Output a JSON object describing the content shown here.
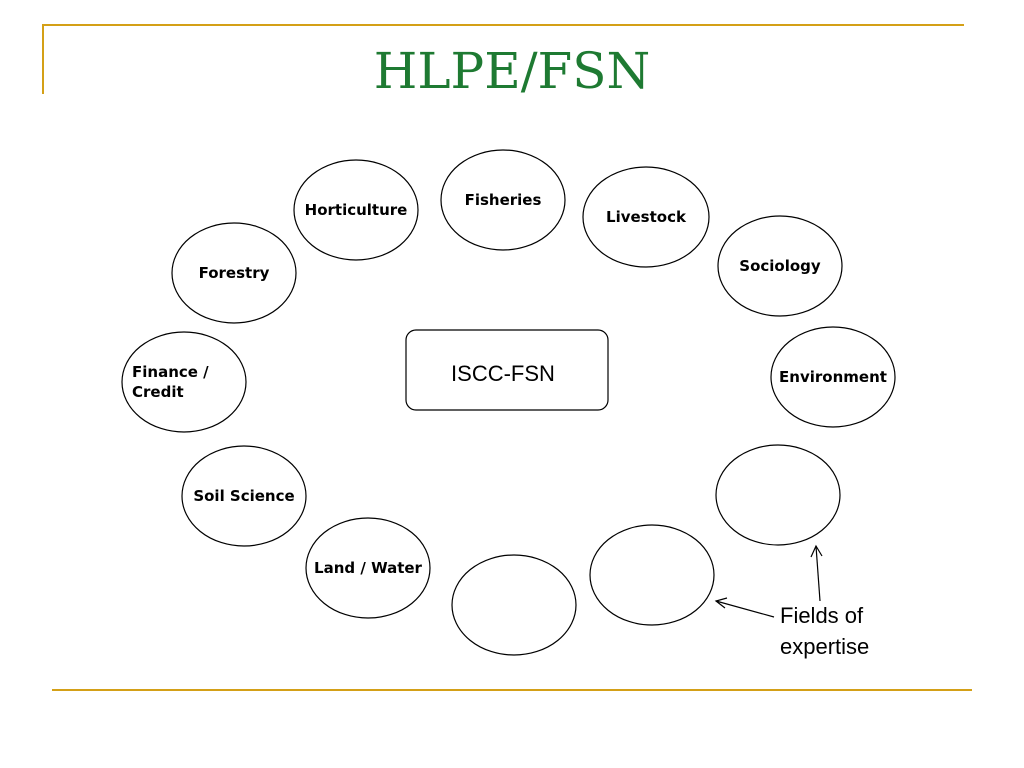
{
  "title": "HLPE/FSN",
  "center": "ISCC-FSN",
  "fields": [
    {
      "lines": [
        "Fisheries"
      ]
    },
    {
      "lines": [
        "Livestock"
      ]
    },
    {
      "lines": [
        "Sociology"
      ]
    },
    {
      "lines": [
        "Environment"
      ]
    },
    {
      "lines": []
    },
    {
      "lines": []
    },
    {
      "lines": []
    },
    {
      "lines": [
        "Land / Water"
      ]
    },
    {
      "lines": [
        "Soil Science"
      ]
    },
    {
      "lines": [
        "Finance /",
        "Credit"
      ]
    },
    {
      "lines": [
        "Forestry"
      ]
    },
    {
      "lines": [
        "Horticulture"
      ]
    }
  ],
  "annotation": {
    "line1": "Fields of",
    "line2": "expertise"
  },
  "colors": {
    "title": "#1e7a32",
    "frame": "#d4a017"
  }
}
